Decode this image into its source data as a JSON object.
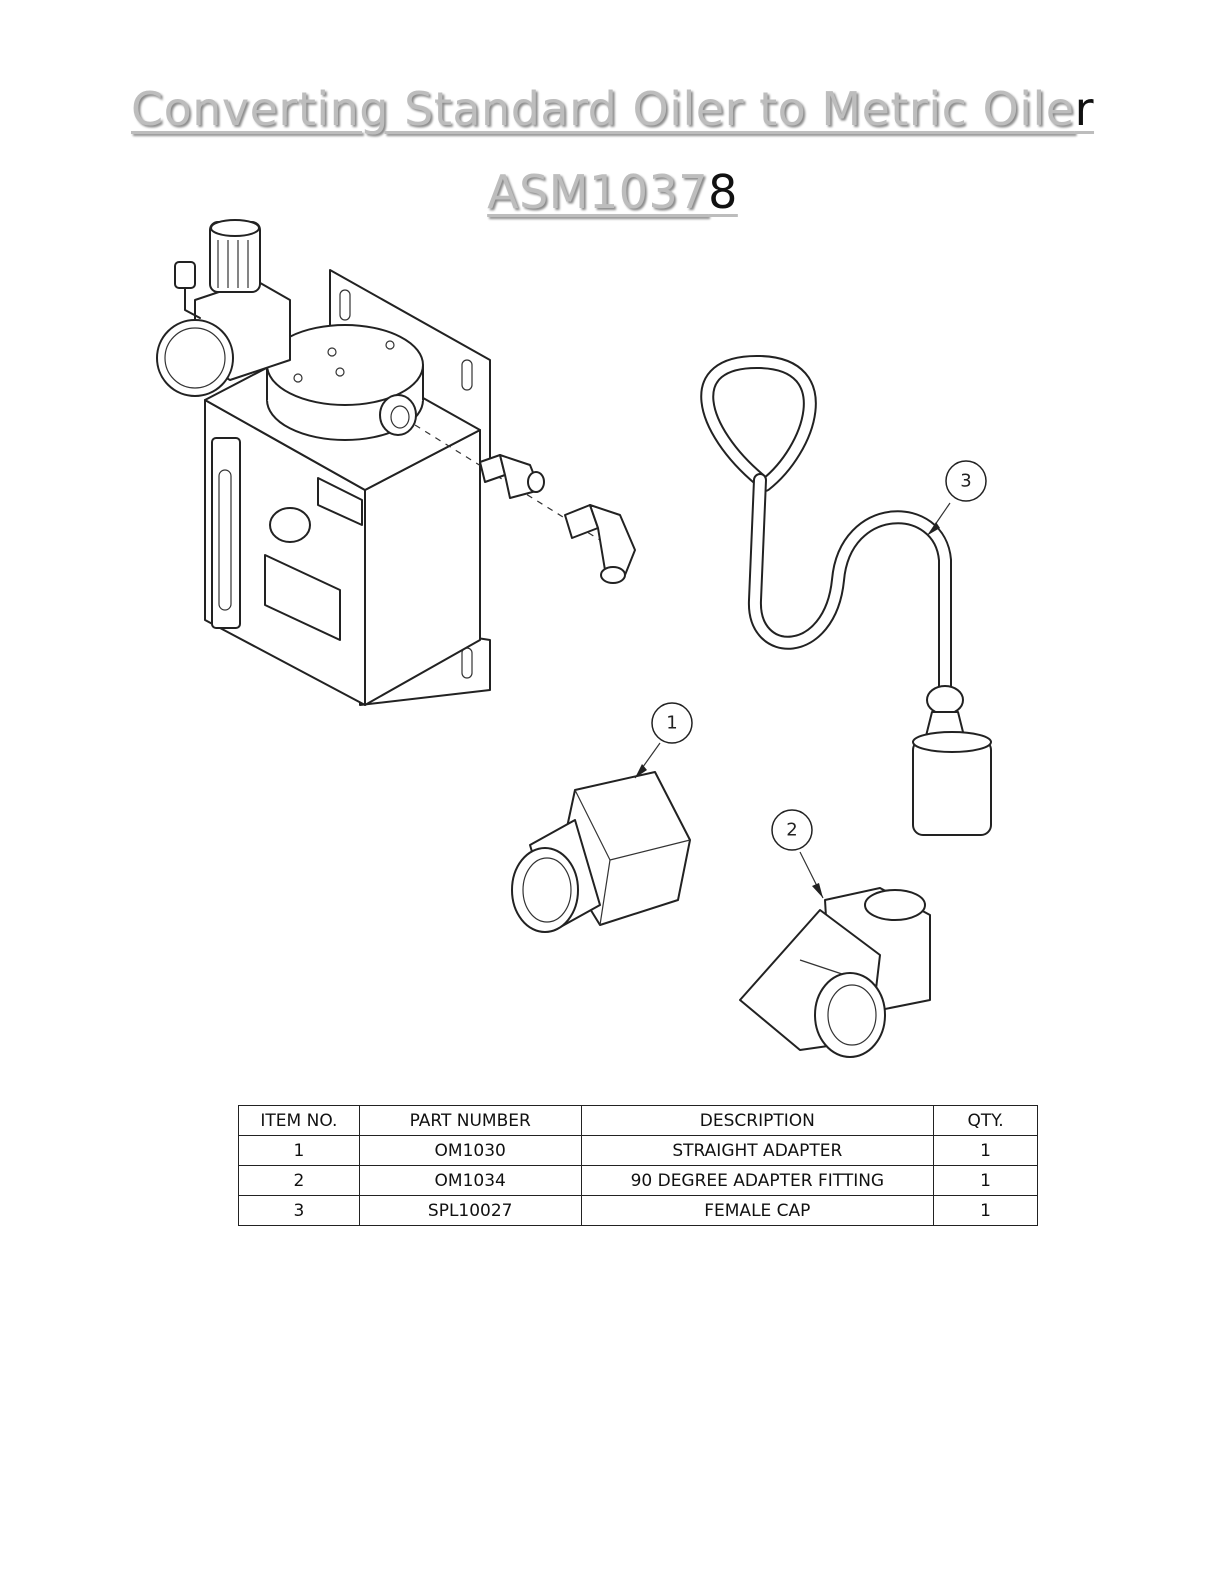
{
  "title": {
    "line1_main": "Converting Standard Oiler to Metric Oile",
    "line1_last": "r",
    "line2_main": "ASM1037",
    "line2_last": "8"
  },
  "balloons": {
    "item1": "1",
    "item2": "2",
    "item3": "3"
  },
  "bom": {
    "headers": {
      "item_no": "ITEM NO.",
      "part_number": "PART NUMBER",
      "description": "DESCRIPTION",
      "qty": "QTY."
    },
    "rows": [
      {
        "item_no": "1",
        "part_number": "OM1030",
        "description": "STRAIGHT ADAPTER",
        "qty": "1"
      },
      {
        "item_no": "2",
        "part_number": "OM1034",
        "description": "90 DEGREE ADAPTER FITTING",
        "qty": "1"
      },
      {
        "item_no": "3",
        "part_number": "SPL10027",
        "description": "FEMALE CAP",
        "qty": "1"
      }
    ]
  }
}
